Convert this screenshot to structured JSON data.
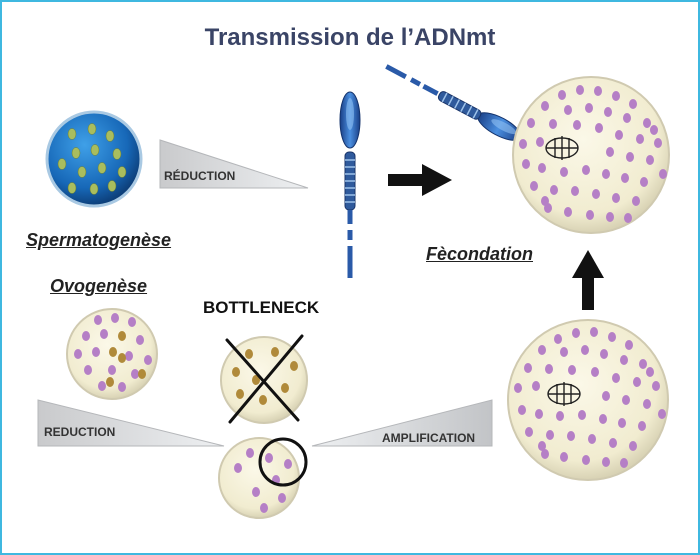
{
  "title": "Transmission de l’ADNmt",
  "labels": {
    "spermatogenese": "Spermatogenèse",
    "ovogenese": "Ovogenèse",
    "fecondation": "Fècondation",
    "bottleneck": "BOTTLENECK",
    "reduction_top": "RÉDUCTION",
    "reduction_bottom": "REDUCTION",
    "amplification": "AMPLIFICATION"
  },
  "colors": {
    "border": "#3fb8e0",
    "title": "#3a4466",
    "cell_fill": "#f3efd6",
    "mito_pink": "#b57fc6",
    "mito_brown": "#b08a3a",
    "mito_green": "#aab85a",
    "sperm_cell": "#1f78c8",
    "sperm_dark": "#2a4f8a",
    "arrow": "#111111"
  }
}
